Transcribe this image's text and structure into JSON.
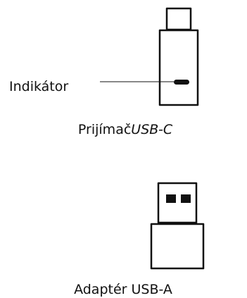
{
  "labels": {
    "indicator": "Indikátor",
    "usbc_receiver": {
      "name": "Prijímač",
      "connector": "USB-C"
    },
    "usba_adapter": "Adaptér USB-A"
  },
  "colors": {
    "stroke": "#111111",
    "background": "#ffffff"
  }
}
